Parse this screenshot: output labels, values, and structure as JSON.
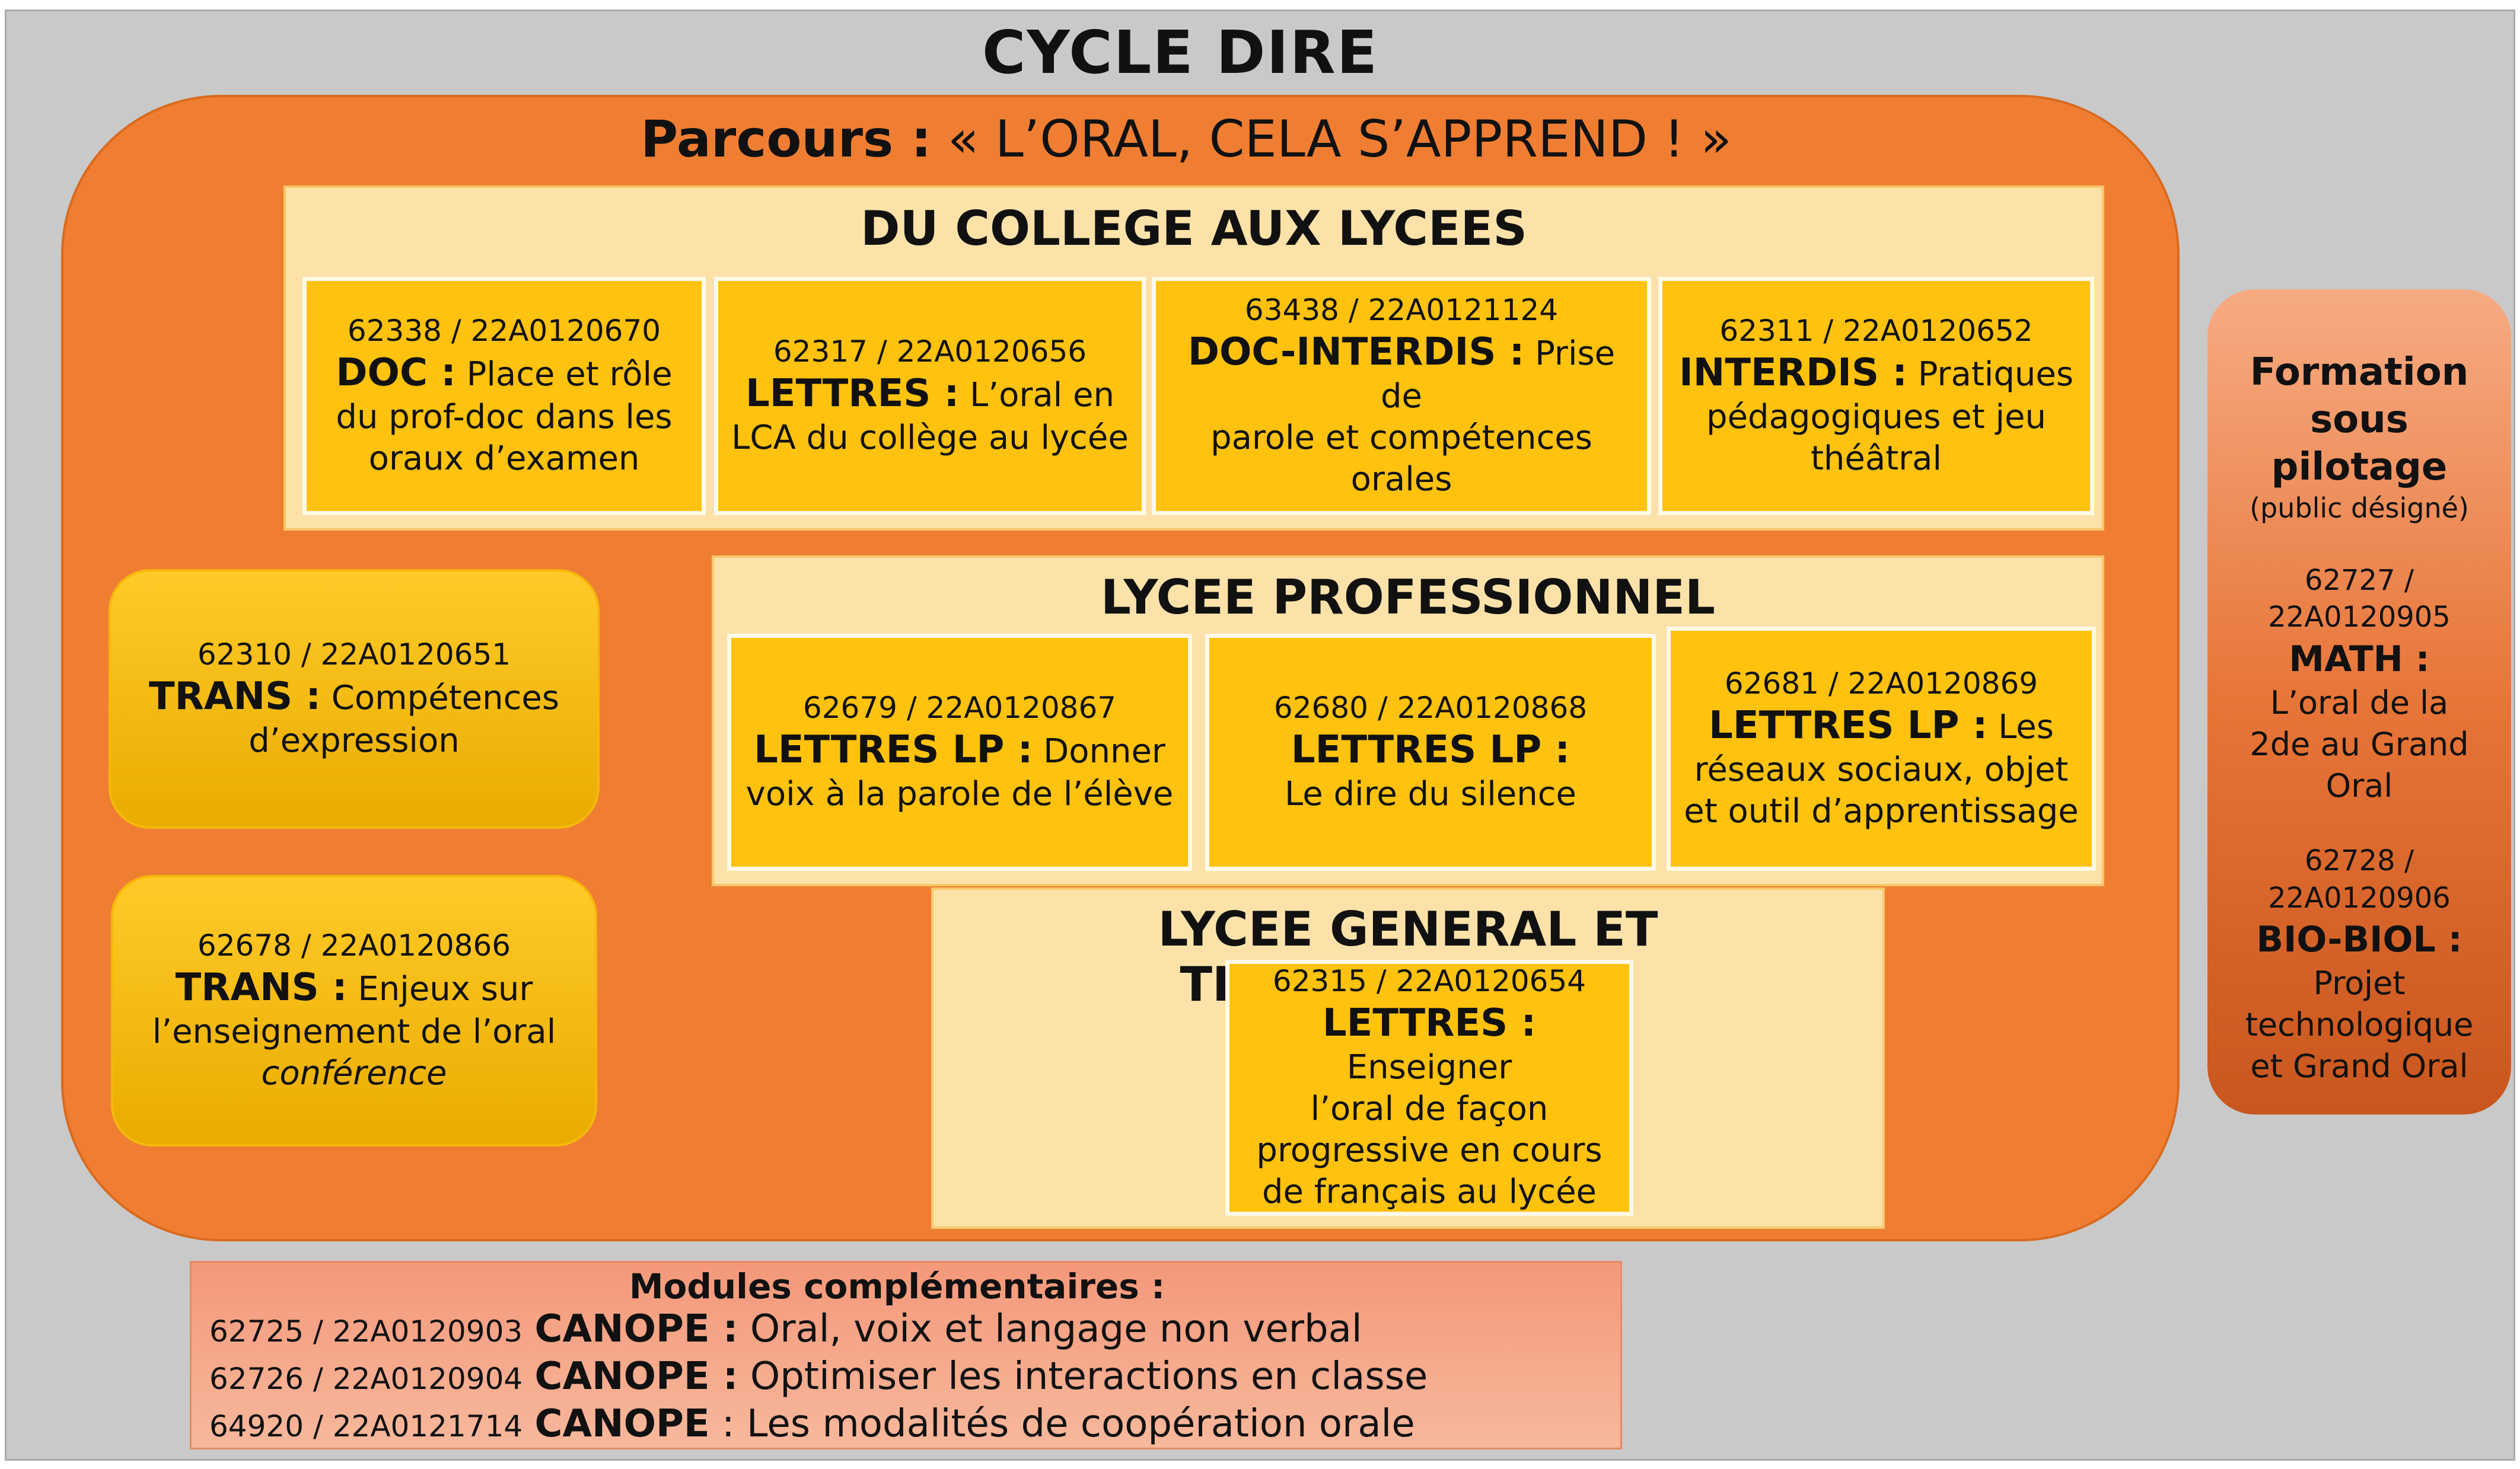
{
  "title": "CYCLE DIRE",
  "parcours": {
    "label": "Parcours :",
    "text": " « L’ORAL, CELA S’APPREND ! »"
  },
  "college": {
    "title": "DU COLLEGE AUX LYCEES",
    "cards": [
      {
        "code": "62338 / 22A0120670",
        "tag": "DOC :",
        "lines": [
          " Place et rôle",
          "du prof-doc dans les",
          "oraux d’examen"
        ]
      },
      {
        "code": "62317 / 22A0120656",
        "tag": "LETTRES :",
        "lines": [
          " L’oral en",
          "LCA du collège au lycée"
        ]
      },
      {
        "code": "63438 / 22A0121124",
        "tag": "DOC-INTERDIS :",
        "lines": [
          " Prise de",
          "parole et compétences",
          "orales"
        ]
      },
      {
        "code": "62311 / 22A0120652",
        "tag": "INTERDIS :",
        "lines": [
          " Pratiques",
          "pédagogiques et jeu",
          "théâtral"
        ]
      }
    ]
  },
  "lp": {
    "title": "LYCEE PROFESSIONNEL",
    "cards": [
      {
        "code": "62679 / 22A0120867",
        "tag": "LETTRES LP :",
        "lines": [
          " Donner",
          "voix à la parole de l’élève"
        ]
      },
      {
        "code": "62680 / 22A0120868",
        "tag": "LETTRES LP :",
        "lines": [
          "",
          "Le dire du silence"
        ]
      },
      {
        "code": "62681 / 22A0120869",
        "tag": "LETTRES LP :",
        "lines": [
          " Les",
          "réseaux sociaux, objet",
          "et outil d’apprentissage"
        ]
      }
    ]
  },
  "lgt": {
    "title": "LYCEE GENERAL ET TECHNOLOGIQUE",
    "card": {
      "code": "62315 / 22A0120654",
      "tag": "LETTRES :",
      "lines": [
        " Enseigner",
        "l’oral de façon",
        "progressive en cours",
        "de français au lycée"
      ]
    }
  },
  "trans": [
    {
      "code": "62310 / 22A0120651",
      "tag": "TRANS :",
      "lines": [
        " Compétences",
        "d’expression"
      ]
    },
    {
      "code": "62678 / 22A0120866",
      "tag": "TRANS :",
      "lines": [
        " Enjeux sur",
        "l’enseignement de l’oral",
        "conférence"
      ]
    }
  ],
  "pilotage": {
    "title": [
      "Formation",
      "sous",
      "pilotage"
    ],
    "subtitle": "(public désigné)",
    "items": [
      {
        "code": [
          "62727 /",
          "22A0120905"
        ],
        "tag": "MATH :",
        "lines": [
          "L’oral de la",
          "2de au Grand",
          "Oral"
        ]
      },
      {
        "code": [
          "62728 /",
          "22A0120906"
        ],
        "tag": "BIO-BIOL :",
        "lines": [
          "Projet",
          "technologique",
          "et Grand Oral"
        ]
      }
    ]
  },
  "modules": {
    "title": "Modules complémentaires :",
    "items": [
      {
        "code": "62725 / 22A0120903",
        "tag": "CANOPE :",
        "text": " Oral, voix et langage non verbal"
      },
      {
        "code": "62726 / 22A0120904",
        "tag": "CANOPE :",
        "text": " Optimiser les interactions en classe"
      },
      {
        "code": "64920 / 22A0121714",
        "tag": "CANOPE",
        "text": " : Les modalités de coopération orale"
      }
    ]
  },
  "colors": {
    "pill": "#ef7e33",
    "card": "#ffc20e",
    "section": "#fce2a8",
    "modules": "#f6a78a",
    "background": "#c9c9c9"
  }
}
